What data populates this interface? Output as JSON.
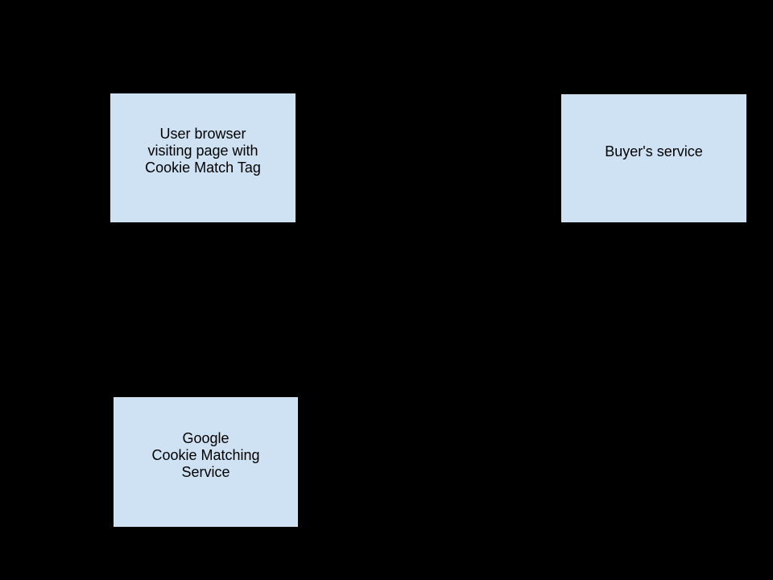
{
  "canvas": {
    "background_color": "#000000"
  },
  "diagram": {
    "node_fill_color": "#cfe2f3",
    "node_border_color": "#000000",
    "node_text_color": "#000000",
    "nodes": [
      {
        "id": "user-browser",
        "label": "User browser\nvisiting page with\nCookie Match Tag"
      },
      {
        "id": "buyers-service",
        "label": "Buyer's service"
      },
      {
        "id": "google-cookie-matching-service",
        "label": "Google\nCookie Matching\nService"
      }
    ]
  }
}
